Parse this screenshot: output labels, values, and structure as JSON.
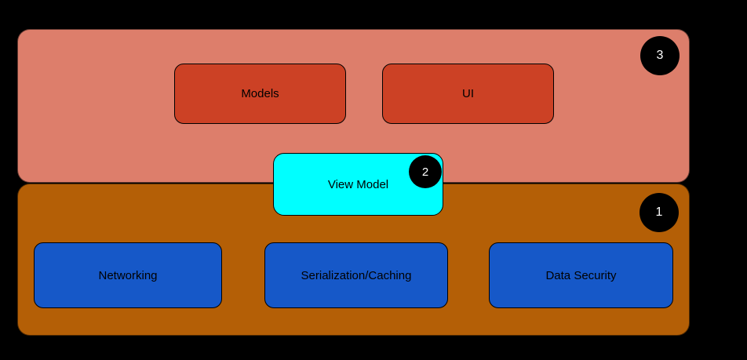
{
  "diagram": {
    "background_color": "#000000",
    "presentation_layer": {
      "badge": "3",
      "fill_color": "#DD7E6B",
      "box_fill_color": "#CC4125",
      "boxes": {
        "models": "Models",
        "ui": "UI"
      }
    },
    "bridge": {
      "badge": "2",
      "label": "View Model",
      "fill_color": "#00FFFF"
    },
    "data_layer": {
      "badge": "1",
      "fill_color": "#B45F06",
      "box_fill_color": "#1658C8",
      "boxes": {
        "networking": "Networking",
        "serialization": "Serialization/Caching",
        "data_security": "Data Security"
      }
    },
    "badge_fill_color": "#000000",
    "badge_text_color": "#FFFFFF"
  }
}
